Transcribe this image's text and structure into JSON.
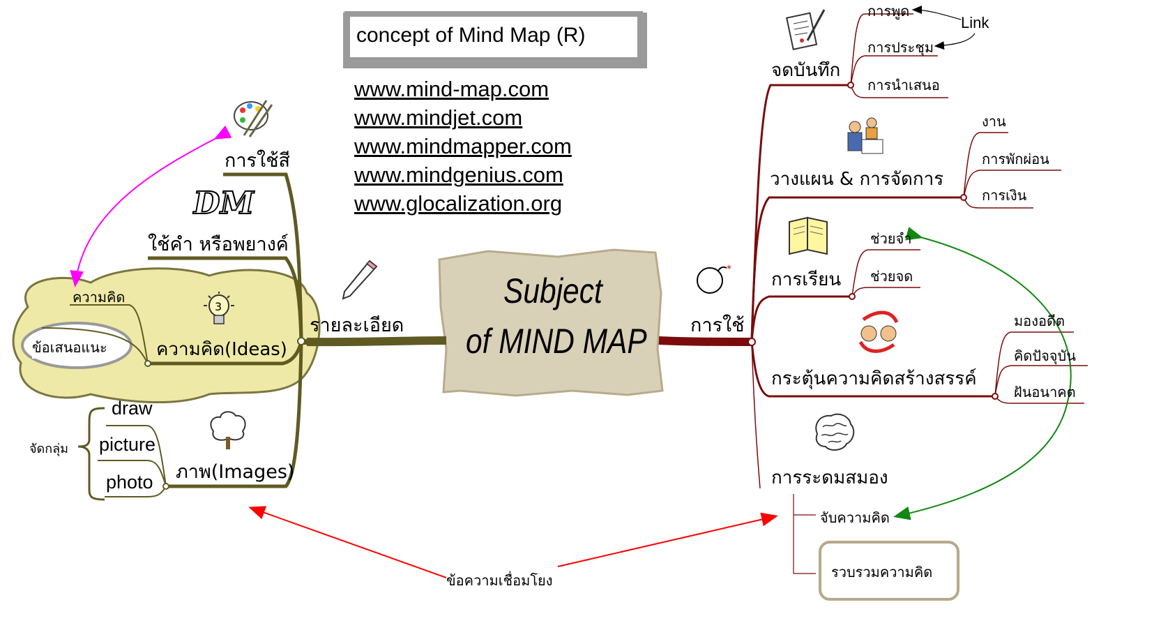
{
  "title_box": {
    "text": "concept of Mind Map (R)"
  },
  "links": [
    "www.mind-map.com",
    "www.mindjet.com",
    "www.mindmapper.com",
    "www.mindgenius.com",
    "www.glocalization.org"
  ],
  "center": {
    "line1": "Subject",
    "line2": "of MIND MAP"
  },
  "left": {
    "main": "รายละเอียด",
    "color": "การใช้สี",
    "words": "ใช้คำ หรือพยางค์",
    "ideas": "ความคิด(Ideas)",
    "idea_sub": "ความคิด",
    "suggest": "ข้อเสนอแนะ",
    "images": "ภาพ(Images)",
    "img_items": [
      "draw",
      "picture",
      "photo"
    ],
    "group": "จัดกลุ่ม"
  },
  "right": {
    "main": "การใช้",
    "notes": {
      "label": "จดบันทึก",
      "items": [
        "การพูด",
        "การประชุม",
        "การนำเสนอ"
      ],
      "link": "Link"
    },
    "plan": {
      "label": "วางแผน & การจัดการ",
      "items": [
        "งาน",
        "การพักผ่อน",
        "การเงิน"
      ]
    },
    "study": {
      "label": "การเรียน",
      "items": [
        "ช่วยจำ",
        "ช่วยจด"
      ]
    },
    "create": {
      "label": "กระตุ้นความคิดสร้างสรรค์",
      "items": [
        "มองอดีต",
        "คิดปัจจุบัน",
        "ฝันอนาคต"
      ]
    },
    "brain": {
      "label": "การระดมสมอง",
      "items": [
        "จับความคิด",
        "รวบรวมความคิด"
      ]
    }
  },
  "bottom_link": "ข้อความเชื่อมโยง",
  "icons": [
    "palette-icon",
    "dm-text-icon",
    "lightbulb-icon",
    "pencil-icon",
    "tree-icon",
    "bomb-icon",
    "writing-hand-icon",
    "meeting-icon",
    "book-icon",
    "faces-arrows-icon",
    "brain-icon"
  ],
  "colors": {
    "left_branch": "#5f5a22",
    "right_branch": "#7a0c0c",
    "cloud": "#eee9a6",
    "center_box": "#d9d0b8",
    "pink_arrow": "#ff00ff",
    "red_arrow": "#ff0000",
    "green_arrow": "#118811"
  }
}
